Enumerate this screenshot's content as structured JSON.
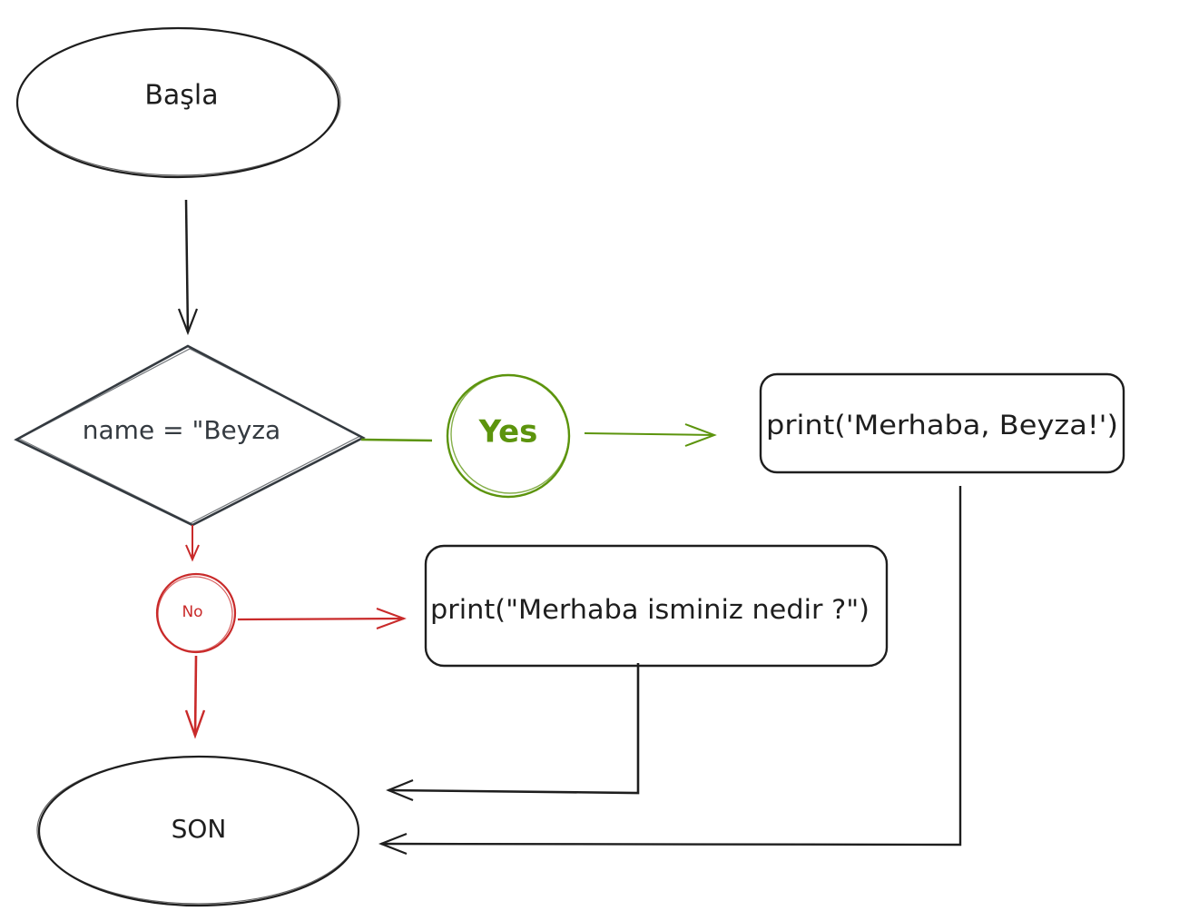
{
  "flowchart": {
    "start_label": "Başla",
    "condition_label": "name = \"Beyza",
    "yes_label": "Yes",
    "no_label": "No",
    "yes_process_label": "print('Merhaba, Beyza!')",
    "no_process_label": "print(\"Merhaba isminiz nedir ?\")",
    "end_label": "SON"
  },
  "colors": {
    "stroke": "#1e1e1e",
    "diamond_stroke": "#343a40",
    "yes": "#5c940d",
    "no": "#c92a2a",
    "background": "#ffffff"
  }
}
